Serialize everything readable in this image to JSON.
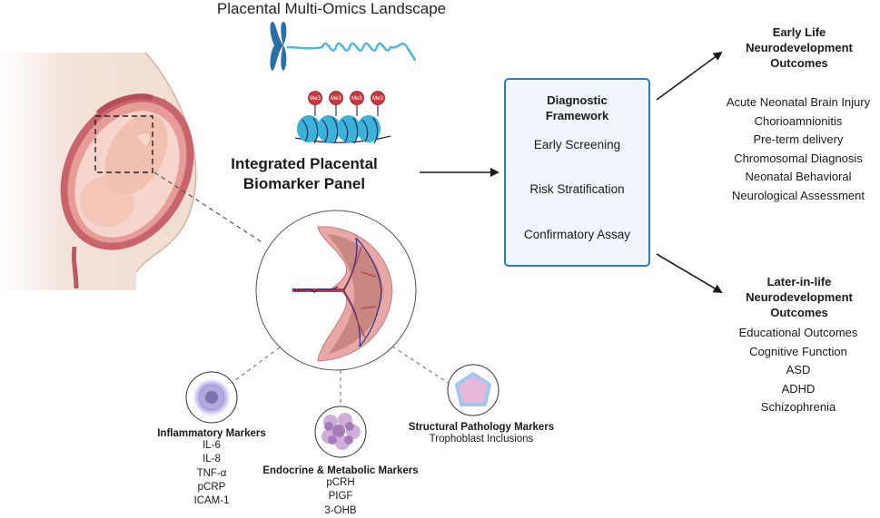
{
  "figure": {
    "top_title": "Placental Multi-Omics Landscape",
    "methylation_label": "Me3",
    "panel_title_line1": "Integrated Placental",
    "panel_title_line2": "Biomarker Panel"
  },
  "diagnostic_framework": {
    "title_line1": "Diagnostic",
    "title_line2": "Framework",
    "steps": [
      "Early Screening",
      "Risk Stratification",
      "Confirmatory Assay"
    ],
    "border_color": "#2f7cc4",
    "fill_color": "#f1f6fc"
  },
  "early_outcomes": {
    "heading": [
      "Early Life",
      "Neurodevelopment",
      "Outcomes"
    ],
    "items": [
      "Acute Neonatal Brain Injury",
      "Chorioamnionitis",
      "Pre-term delivery",
      "Chromosomal Diagnosis",
      "Neonatal Behavioral",
      "Neurological Assessment"
    ]
  },
  "later_outcomes": {
    "heading": [
      "Later-in-life",
      "Neurodevelopment",
      "Outcomes"
    ],
    "items": [
      "Educational Outcomes",
      "Cognitive Function",
      "ASD",
      "ADHD",
      "Schizophrenia"
    ]
  },
  "markers": {
    "inflammatory": {
      "heading": "Inflammatory Markers",
      "items": [
        "IL-6",
        "IL-8",
        "TNF-α",
        "pCRP",
        "ICAM-1"
      ]
    },
    "endocrine": {
      "heading": "Endocrine & Metabolic Markers",
      "items": [
        "pCRH",
        "PIGF",
        "3-OHB"
      ]
    },
    "structural": {
      "heading": "Structural Pathology Markers",
      "items": [
        "Trophoblast Inclusions"
      ]
    }
  }
}
